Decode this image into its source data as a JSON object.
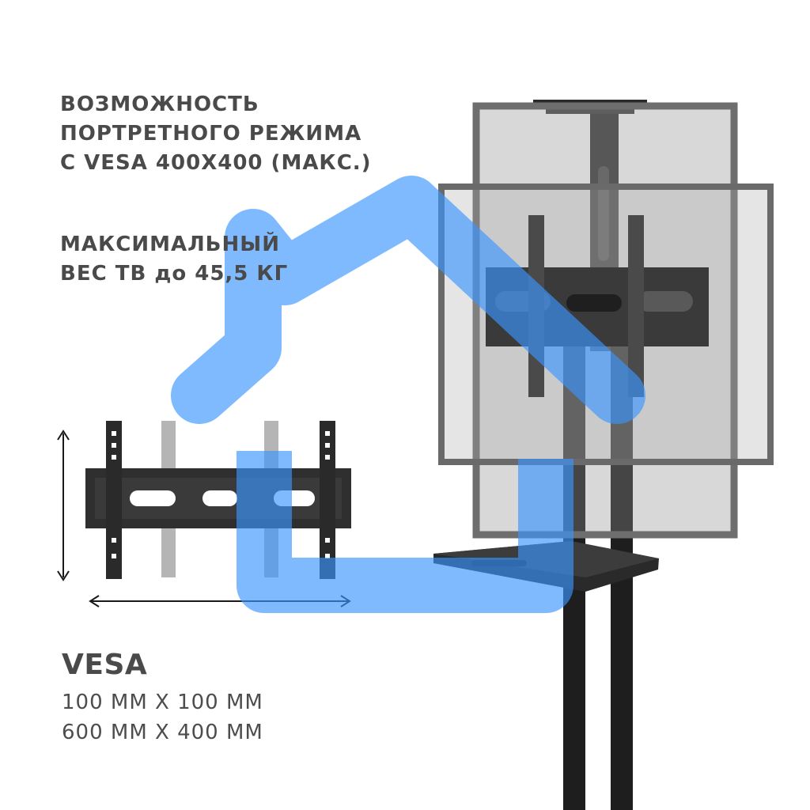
{
  "portrait_text": {
    "lines": [
      "ВОЗМОЖНОСТЬ",
      "ПОРТРЕТНОГО РЕЖИМА",
      "С VESA 400X400 (МАКС.)"
    ]
  },
  "weight_text": {
    "lines": [
      "МАКСИМАЛЬНЫЙ",
      "ВЕС ТВ до 45,5 КГ"
    ]
  },
  "vesa": {
    "title": "VESA",
    "sizes": [
      "100 ММ Х 100 ММ",
      "600 ММ Х 400 ММ"
    ]
  },
  "colors": {
    "text": "#4a4a4a",
    "logo": "#3a95ff",
    "bracket": "#2f2f2f",
    "bracket_faded": "#b5b5b5",
    "stand": "#1e1e1e",
    "tv_frame": "#7a7a7a"
  },
  "icons": [
    "house-logo-icon",
    "vertical-dimension-arrow-icon",
    "horizontal-dimension-arrow-icon"
  ]
}
